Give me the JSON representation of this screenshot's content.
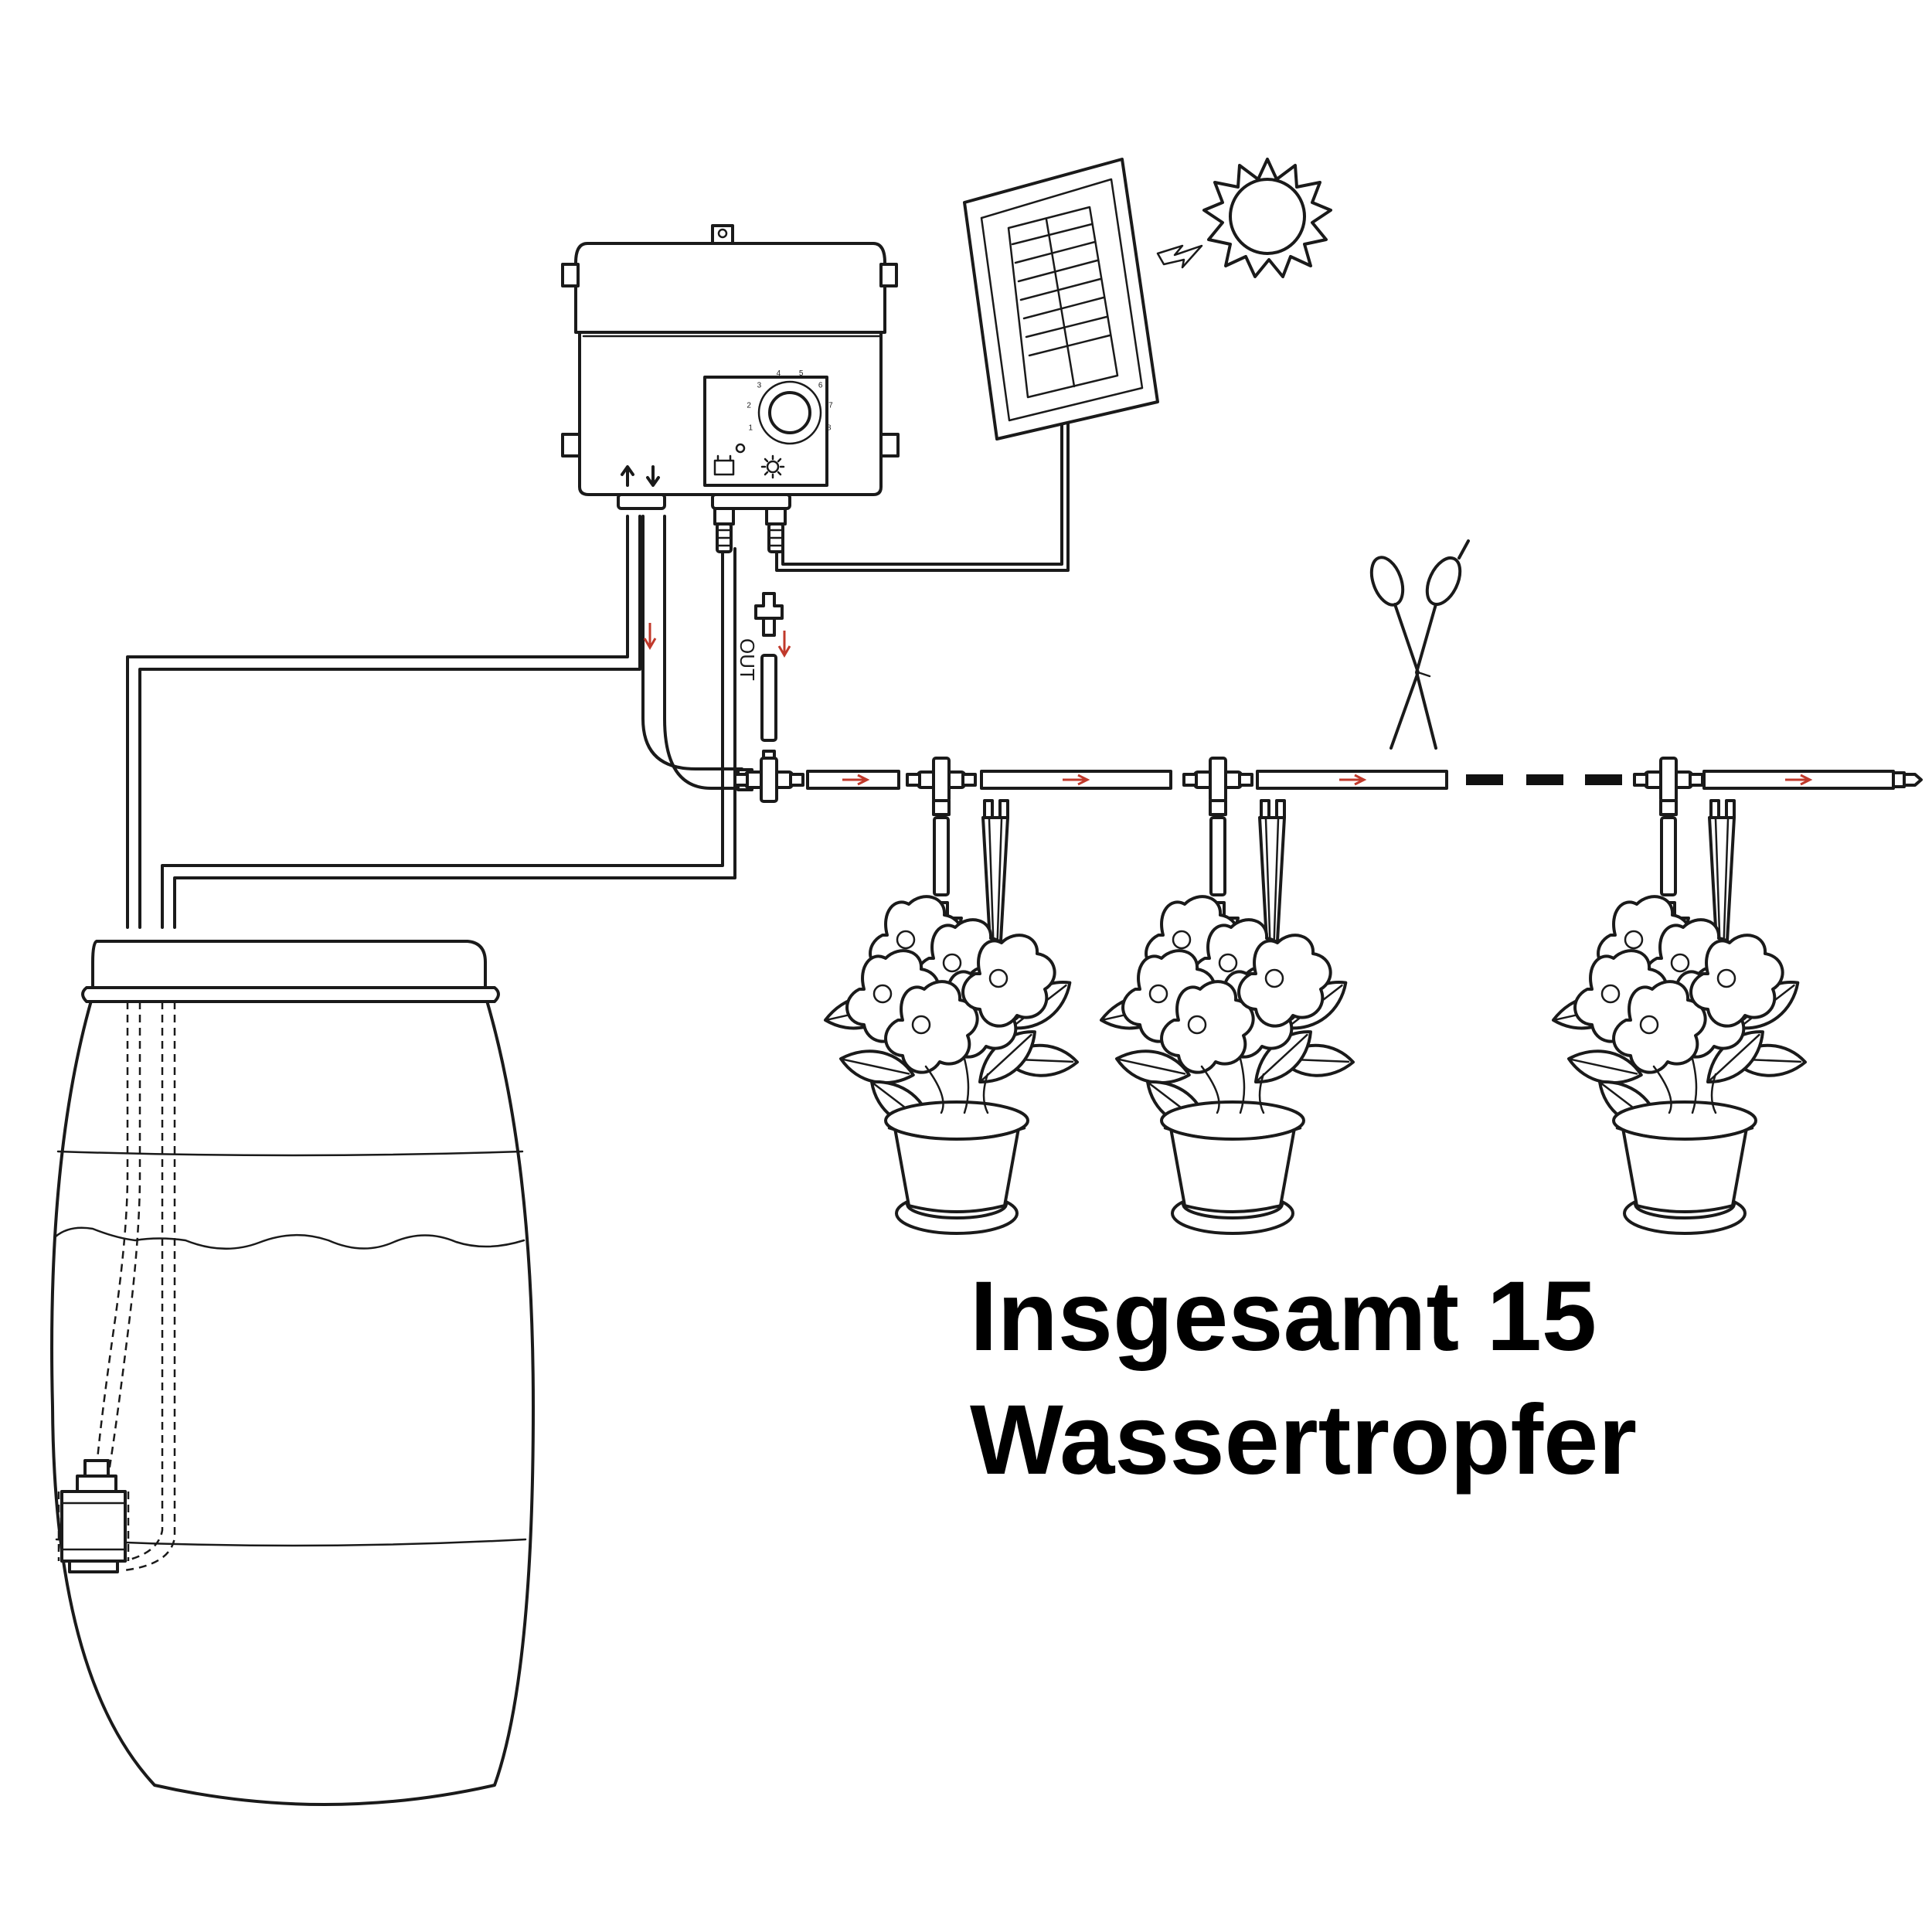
{
  "caption": {
    "line1": "Insgesamt 15",
    "line2": "Wassertropfer"
  },
  "labels": {
    "out": "OUT"
  },
  "dial_numbers": [
    "1",
    "2",
    "3",
    "4",
    "5",
    "6",
    "7",
    "8"
  ],
  "colors": {
    "line": "#1a1a1a",
    "flow_arrow": "#c0392b",
    "drip_arrow": "#1f2a44",
    "separator": "#111111"
  },
  "icons": [
    "sun-icon",
    "solar-panel-icon",
    "scissors-icon",
    "water-barrel-icon",
    "pump-icon",
    "control-box-icon",
    "flower-pot-icon",
    "drip-stake-icon",
    "dripper-icon",
    "tee-connector-icon"
  ]
}
